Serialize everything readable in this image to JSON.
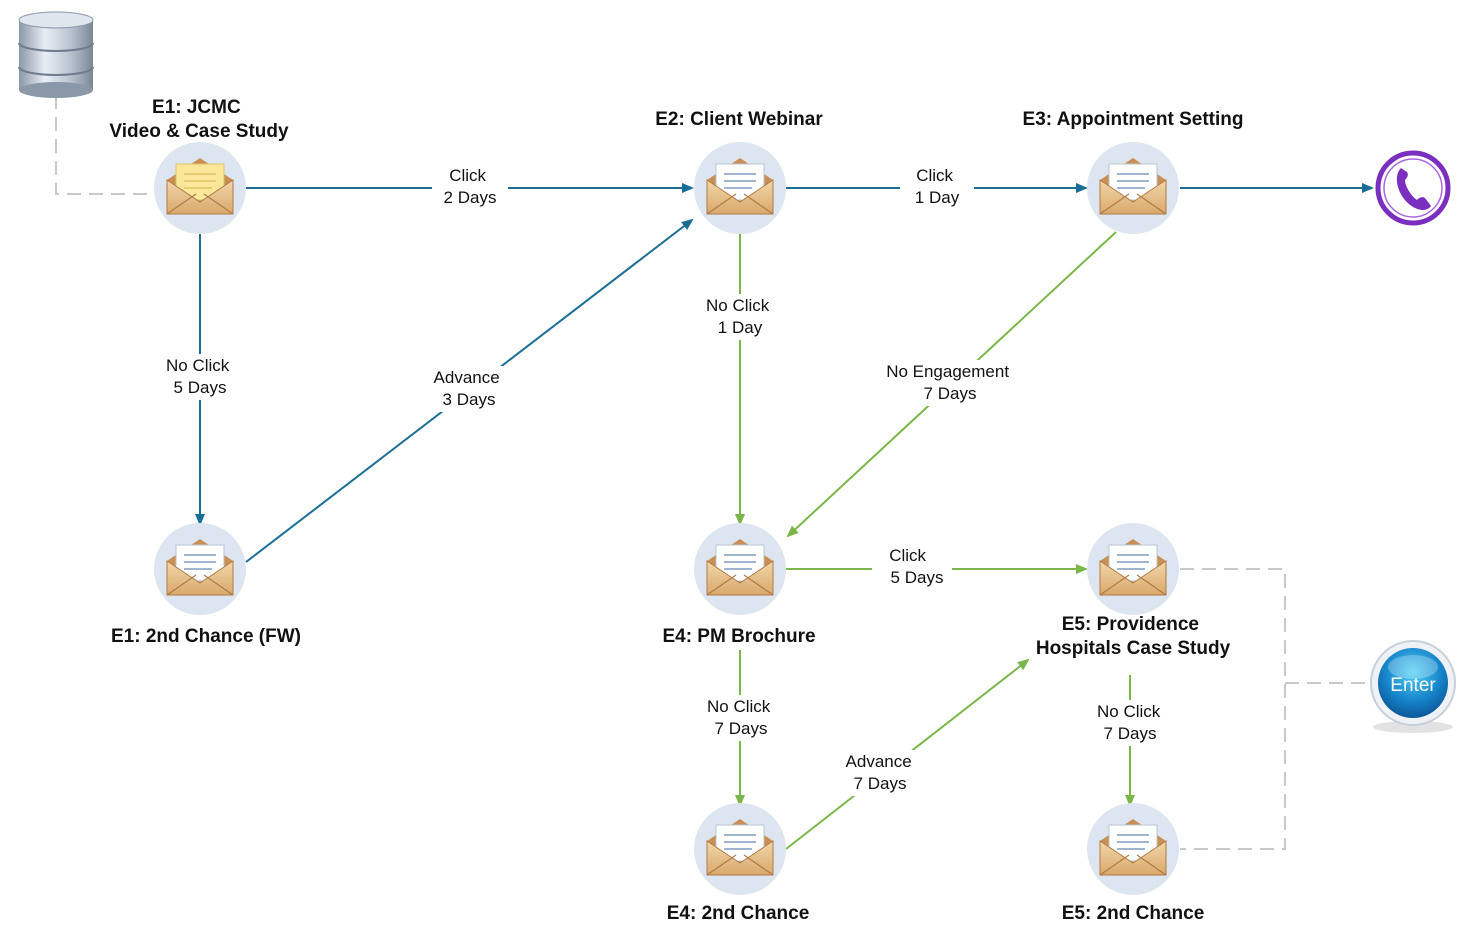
{
  "nodes": {
    "e1": {
      "title": [
        "E1: JCMC",
        "Video & Case Study"
      ]
    },
    "e1b": {
      "title": [
        "E1: 2nd Chance (FW)"
      ]
    },
    "e2": {
      "title": [
        "E2: Client Webinar"
      ]
    },
    "e3": {
      "title": [
        "E3: Appointment Setting"
      ]
    },
    "e4": {
      "title": [
        "E4: PM Brochure"
      ]
    },
    "e4b": {
      "title": [
        "E4: 2nd Chance"
      ]
    },
    "e5": {
      "title": [
        "E5: Providence",
        "Hospitals Case Study"
      ]
    },
    "e5b": {
      "title": [
        "E5: 2nd Chance"
      ]
    }
  },
  "edges": {
    "e1_e2": [
      "Click",
      "2 Days"
    ],
    "e2_e3": [
      "Click",
      "1 Day"
    ],
    "e1_e1b": [
      "No Click",
      "5 Days"
    ],
    "e1b_e2": [
      "Advance",
      "3 Days"
    ],
    "e2_e4": [
      "No Click",
      "1 Day"
    ],
    "e3_e4": [
      "No Engagement",
      "7 Days"
    ],
    "e4_e5": [
      "Click",
      "5 Days"
    ],
    "e4_e4b": [
      "No Click",
      "7 Days"
    ],
    "e4b_e5": [
      "Advance",
      "7 Days"
    ],
    "e5_e5b": [
      "No Click",
      "7 Days"
    ]
  },
  "enter_button": {
    "label": "Enter"
  },
  "icons": {
    "source": "database-icon",
    "email": "envelope-icon",
    "end": "phone-icon",
    "start": "enter-button"
  },
  "colors": {
    "blue_path": "#1a6e96",
    "green_path": "#7ab648",
    "dashed": "#c8c8c8",
    "phone": "#7b2fbe",
    "node_halo": "#dde6f0"
  }
}
